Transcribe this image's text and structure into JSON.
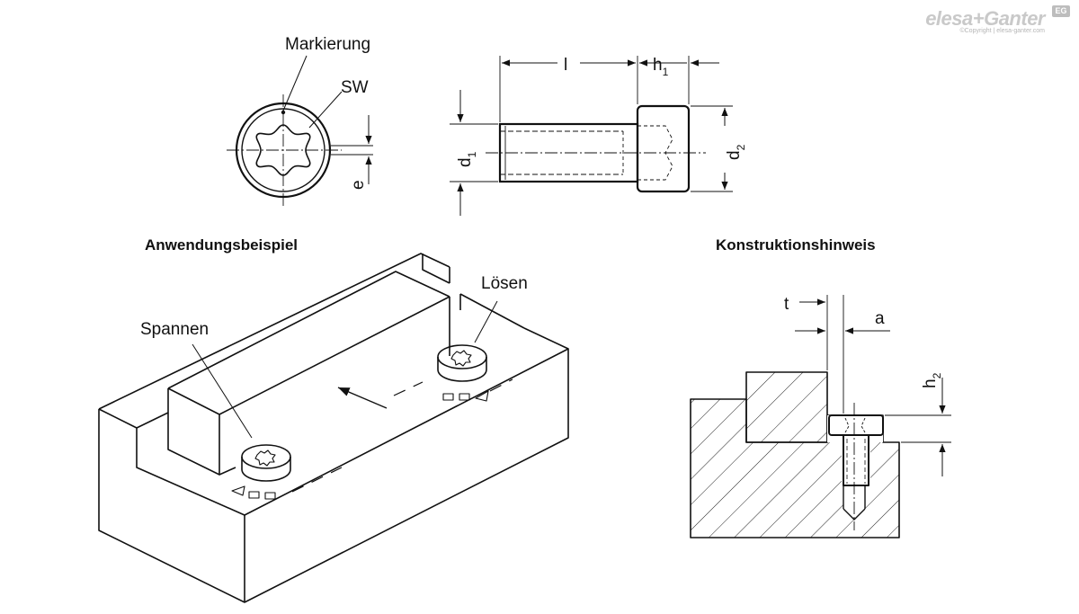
{
  "brand": {
    "name": "elesa+Ganter",
    "copyright": "©Copyright | elesa-ganter.com",
    "badge": "EG"
  },
  "top_view": {
    "label_marking": "Markierung",
    "label_sw": "SW",
    "label_e": "e"
  },
  "side_view": {
    "label_l": "l",
    "label_h": "h",
    "label_h_sub": "1",
    "label_d1": "d",
    "label_d1_sub": "1",
    "label_d2": "d",
    "label_d2_sub": "2"
  },
  "application": {
    "title": "Anwendungsbeispiel",
    "label_clamp": "Spannen",
    "label_release": "Lösen"
  },
  "design_note": {
    "title": "Konstruktionshinweis",
    "label_t": "t",
    "label_a": "a",
    "label_h": "h",
    "label_h_sub": "2"
  }
}
